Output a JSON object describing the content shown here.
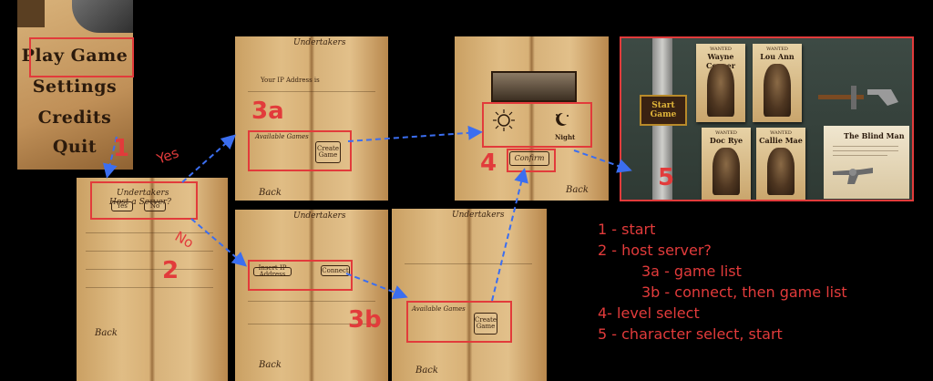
{
  "main_menu": {
    "items": [
      "Play Game",
      "Settings",
      "Credits",
      "Quit"
    ]
  },
  "labels": {
    "yes": "Yes",
    "no": "No"
  },
  "step_numbers": [
    "1",
    "2",
    "3a",
    "3b",
    "4",
    "5"
  ],
  "screen2": {
    "title": "Undertakers",
    "question": "Host a Server?",
    "yes_button": "Yes",
    "no_button": "No",
    "back": "Back"
  },
  "screen3a": {
    "title": "Undertakers",
    "header": "Your IP Address is",
    "available": "Available Games",
    "create_button": "Create Game",
    "back": "Back"
  },
  "screen3b_top": {
    "title": "Undertakers",
    "input": "Insert IP Address",
    "connect_button": "Connect",
    "back": "Back"
  },
  "screen3b_bottom": {
    "title": "Undertakers",
    "available": "Available Games",
    "create_button": "Create Game",
    "back": "Back"
  },
  "screen4": {
    "night_label": "Night",
    "confirm_button": "Confirm",
    "back": "Back"
  },
  "screen5": {
    "start_button": "Start Game",
    "characters": [
      {
        "wanted": "WANTED",
        "name": "Wayne Cooper"
      },
      {
        "wanted": "WANTED",
        "name": "Lou Ann"
      },
      {
        "wanted": "WANTED",
        "name": "Doc Rye"
      },
      {
        "wanted": "WANTED",
        "name": "Callie Mae"
      }
    ],
    "info_title": "The Blind Man"
  },
  "legend": [
    "1 - start",
    "2 - host server?",
    "3a - game list",
    "3b - connect, then game list",
    "4- level select",
    "5 - character select, start"
  ],
  "colors": {
    "annotation": "#e23b3b",
    "arrow": "#3b6ef0"
  }
}
